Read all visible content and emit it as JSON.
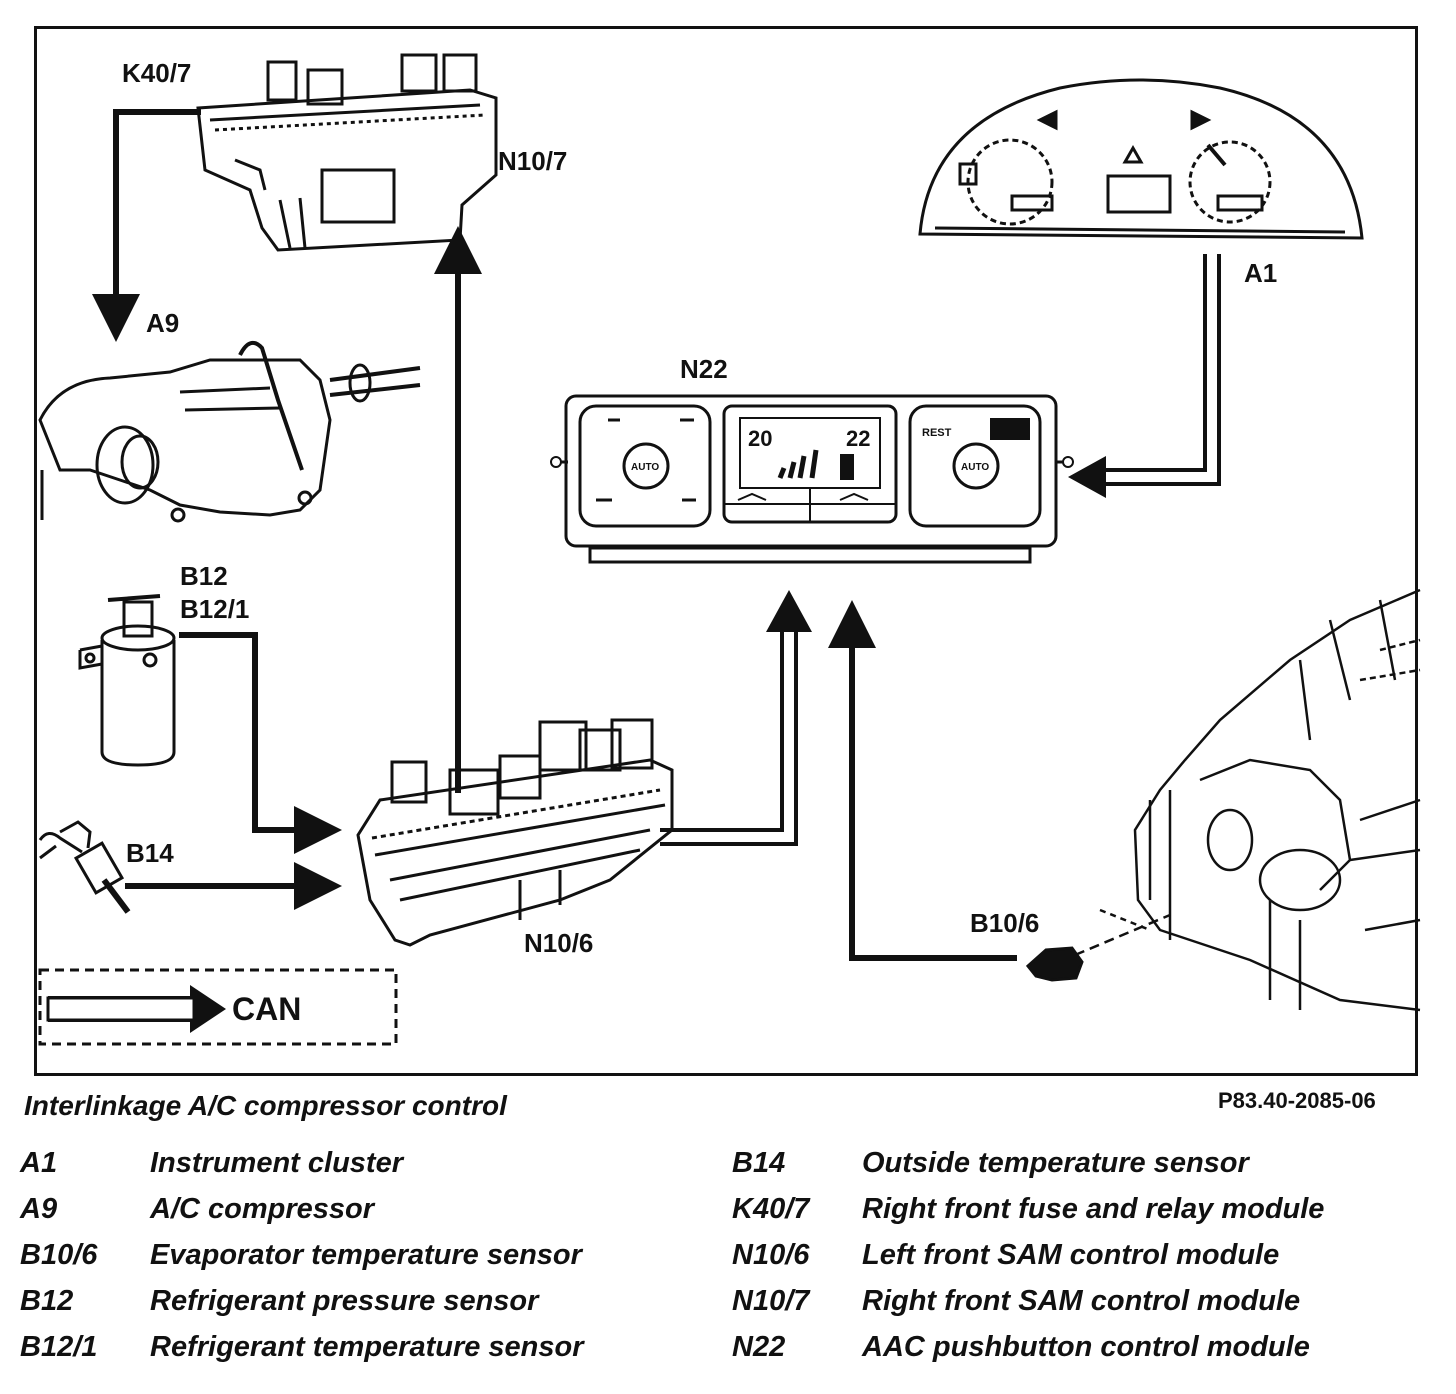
{
  "labels": {
    "k40_7": "K40/7",
    "n10_7": "N10/7",
    "a1": "A1",
    "a9": "A9",
    "n22": "N22",
    "b12": "B12",
    "b12_1": "B12/1",
    "b14": "B14",
    "n10_6": "N10/6",
    "b10_6": "B10/6",
    "can": "CAN"
  },
  "display": {
    "left_temp": "20",
    "right_temp": "22",
    "auto": "AUTO",
    "rest": "REST"
  },
  "caption": {
    "title": "Interlinkage  A/C compressor control",
    "figure_code": "P83.40-2085-06"
  },
  "legend_left": [
    {
      "code": "A1",
      "desc": "Instrument cluster"
    },
    {
      "code": "A9",
      "desc": "A/C compressor"
    },
    {
      "code": "B10/6",
      "desc": "Evaporator temperature sensor"
    },
    {
      "code": "B12",
      "desc": "Refrigerant pressure sensor"
    },
    {
      "code": "B12/1",
      "desc": "Refrigerant temperature sensor"
    }
  ],
  "legend_right": [
    {
      "code": "B14",
      "desc": "Outside temperature sensor"
    },
    {
      "code": "K40/7",
      "desc": "Right front fuse and relay module"
    },
    {
      "code": "N10/6",
      "desc": "Left front SAM control module"
    },
    {
      "code": "N10/7",
      "desc": "Right front SAM control module"
    },
    {
      "code": "N22",
      "desc": "AAC pushbutton control module"
    }
  ]
}
